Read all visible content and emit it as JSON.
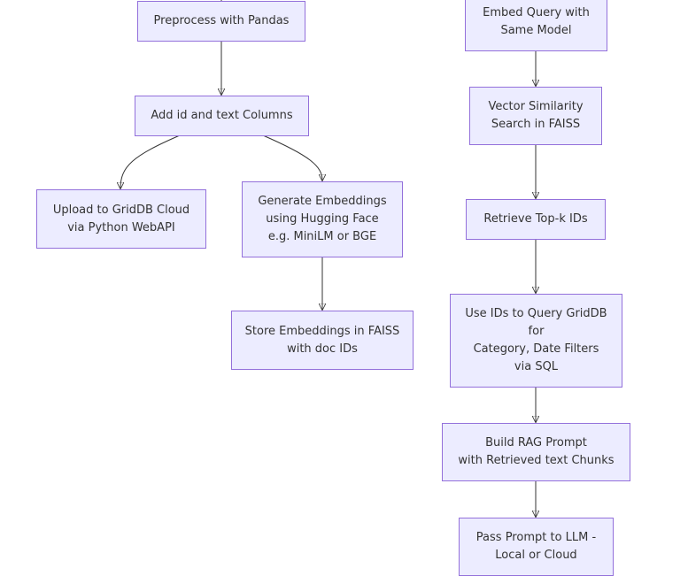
{
  "diagram": {
    "type": "flowchart",
    "colors": {
      "node_fill": "#ECECFF",
      "node_border": "#9370DB",
      "edge": "#333333",
      "text": "#333333"
    },
    "nodes": {
      "preprocess": "Preprocess with Pandas",
      "add_columns": "Add id and text Columns",
      "upload": "Upload to GridDB Cloud\nvia Python WebAPI",
      "generate_embeddings": "Generate Embeddings\nusing Hugging Face\ne.g. MiniLM or BGE",
      "store_faiss": "Store Embeddings in FAISS\nwith doc IDs",
      "embed_query": "Embed Query with\nSame Model",
      "vector_search": "Vector Similarity\nSearch in FAISS",
      "retrieve_topk": "Retrieve Top-k IDs",
      "query_griddb": "Use IDs to Query GridDB\nfor\nCategory, Date Filters\nvia SQL",
      "build_prompt": "Build RAG Prompt\nwith Retrieved text Chunks",
      "pass_llm": "Pass Prompt to LLM -\nLocal or Cloud"
    },
    "edges": [
      {
        "from": "preprocess",
        "to": "add_columns"
      },
      {
        "from": "add_columns",
        "to": "upload"
      },
      {
        "from": "add_columns",
        "to": "generate_embeddings"
      },
      {
        "from": "generate_embeddings",
        "to": "store_faiss"
      },
      {
        "from": "embed_query",
        "to": "vector_search"
      },
      {
        "from": "vector_search",
        "to": "retrieve_topk"
      },
      {
        "from": "retrieve_topk",
        "to": "query_griddb"
      },
      {
        "from": "query_griddb",
        "to": "build_prompt"
      },
      {
        "from": "build_prompt",
        "to": "pass_llm"
      }
    ]
  }
}
